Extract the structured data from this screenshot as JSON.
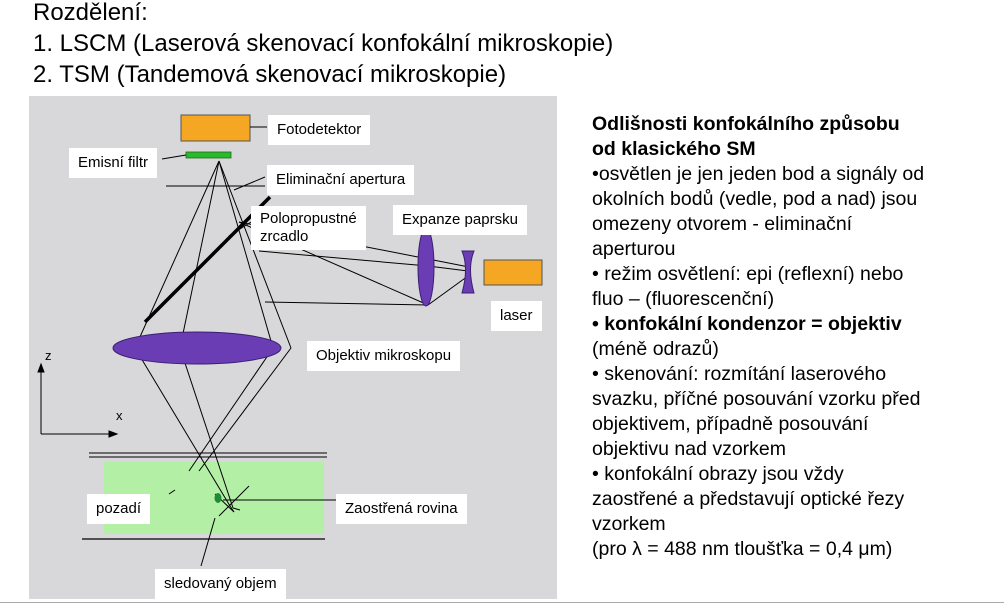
{
  "slide": {
    "heading": "Rozdělení:",
    "item1": "1. LSCM (Laserová skenovací konfokální mikroskopie)",
    "item2": "2. TSM (Tandemová skenovací mikroskopie)"
  },
  "diagram": {
    "labels": {
      "fotodetektor": "Fotodetektor",
      "emisni_filtr": "Emisní filtr",
      "eliminacni_apertura": "Eliminační apertura",
      "polopropustne_line1": "Polopropustné",
      "polopropustne_line2": "zrcadlo",
      "expanze_paprsku": "Expanze paprsku",
      "laser": "laser",
      "objektiv": "Objektiv mikroskopu",
      "pozadi": "pozadí",
      "zaostrena_rovina": "Zaostřená rovina",
      "sledovany_objem": "sledovaný objem",
      "axis_z": "z",
      "axis_x": "x"
    },
    "colors": {
      "panel_background": "#d8d8db",
      "detector": "#f5a623",
      "laser": "#f5a623",
      "emission_filter": "#2cb82c",
      "lens": "#6a3db5",
      "sample": "#b3f0a6",
      "focal_spot": "#1f8a3a"
    }
  },
  "side_text": {
    "title_line1": "Odlišnosti konfokálního způsobu",
    "title_line2": "od klasického SM",
    "b1_line1": "•osvětlen je jen jeden bod a signály od",
    "b1_line2": "okolních bodů (vedle, pod a nad) jsou",
    "b1_line3": "omezeny otvorem - eliminační",
    "b1_line4": "aperturou",
    "b2_line1": "• režim osvětlení: epi (reflexní) nebo",
    "b2_line2": "fluo – (fluorescenční)",
    "b3_line1": "• konfokální kondenzor = objektiv",
    "b3_line2": "(méně odrazů)",
    "b4_line1": "• skenování: rozmítání laserového",
    "b4_line2": "svazku, příčné posouvání vzorku před",
    "b4_line3": "objektivem, případně posouvání",
    "b4_line4": "objektivu nad vzorkem",
    "b5_line1": "• konfokální obrazy jsou vždy",
    "b5_line2": "zaostřené a představují optické řezy",
    "b5_line3": "vzorkem",
    "b6_line1": "(pro λ = 488 nm tloušťka = 0,4 μm)"
  }
}
